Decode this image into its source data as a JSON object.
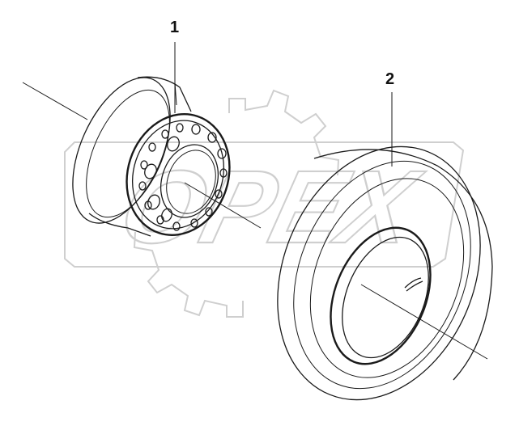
{
  "diagram": {
    "callouts": [
      {
        "id": "rim",
        "label": "1"
      },
      {
        "id": "tire",
        "label": "2"
      }
    ],
    "watermark": "OPEX",
    "colors": {
      "line": "#1a1a1a",
      "watermark": "#cfcfcf",
      "background": "#ffffff"
    }
  }
}
